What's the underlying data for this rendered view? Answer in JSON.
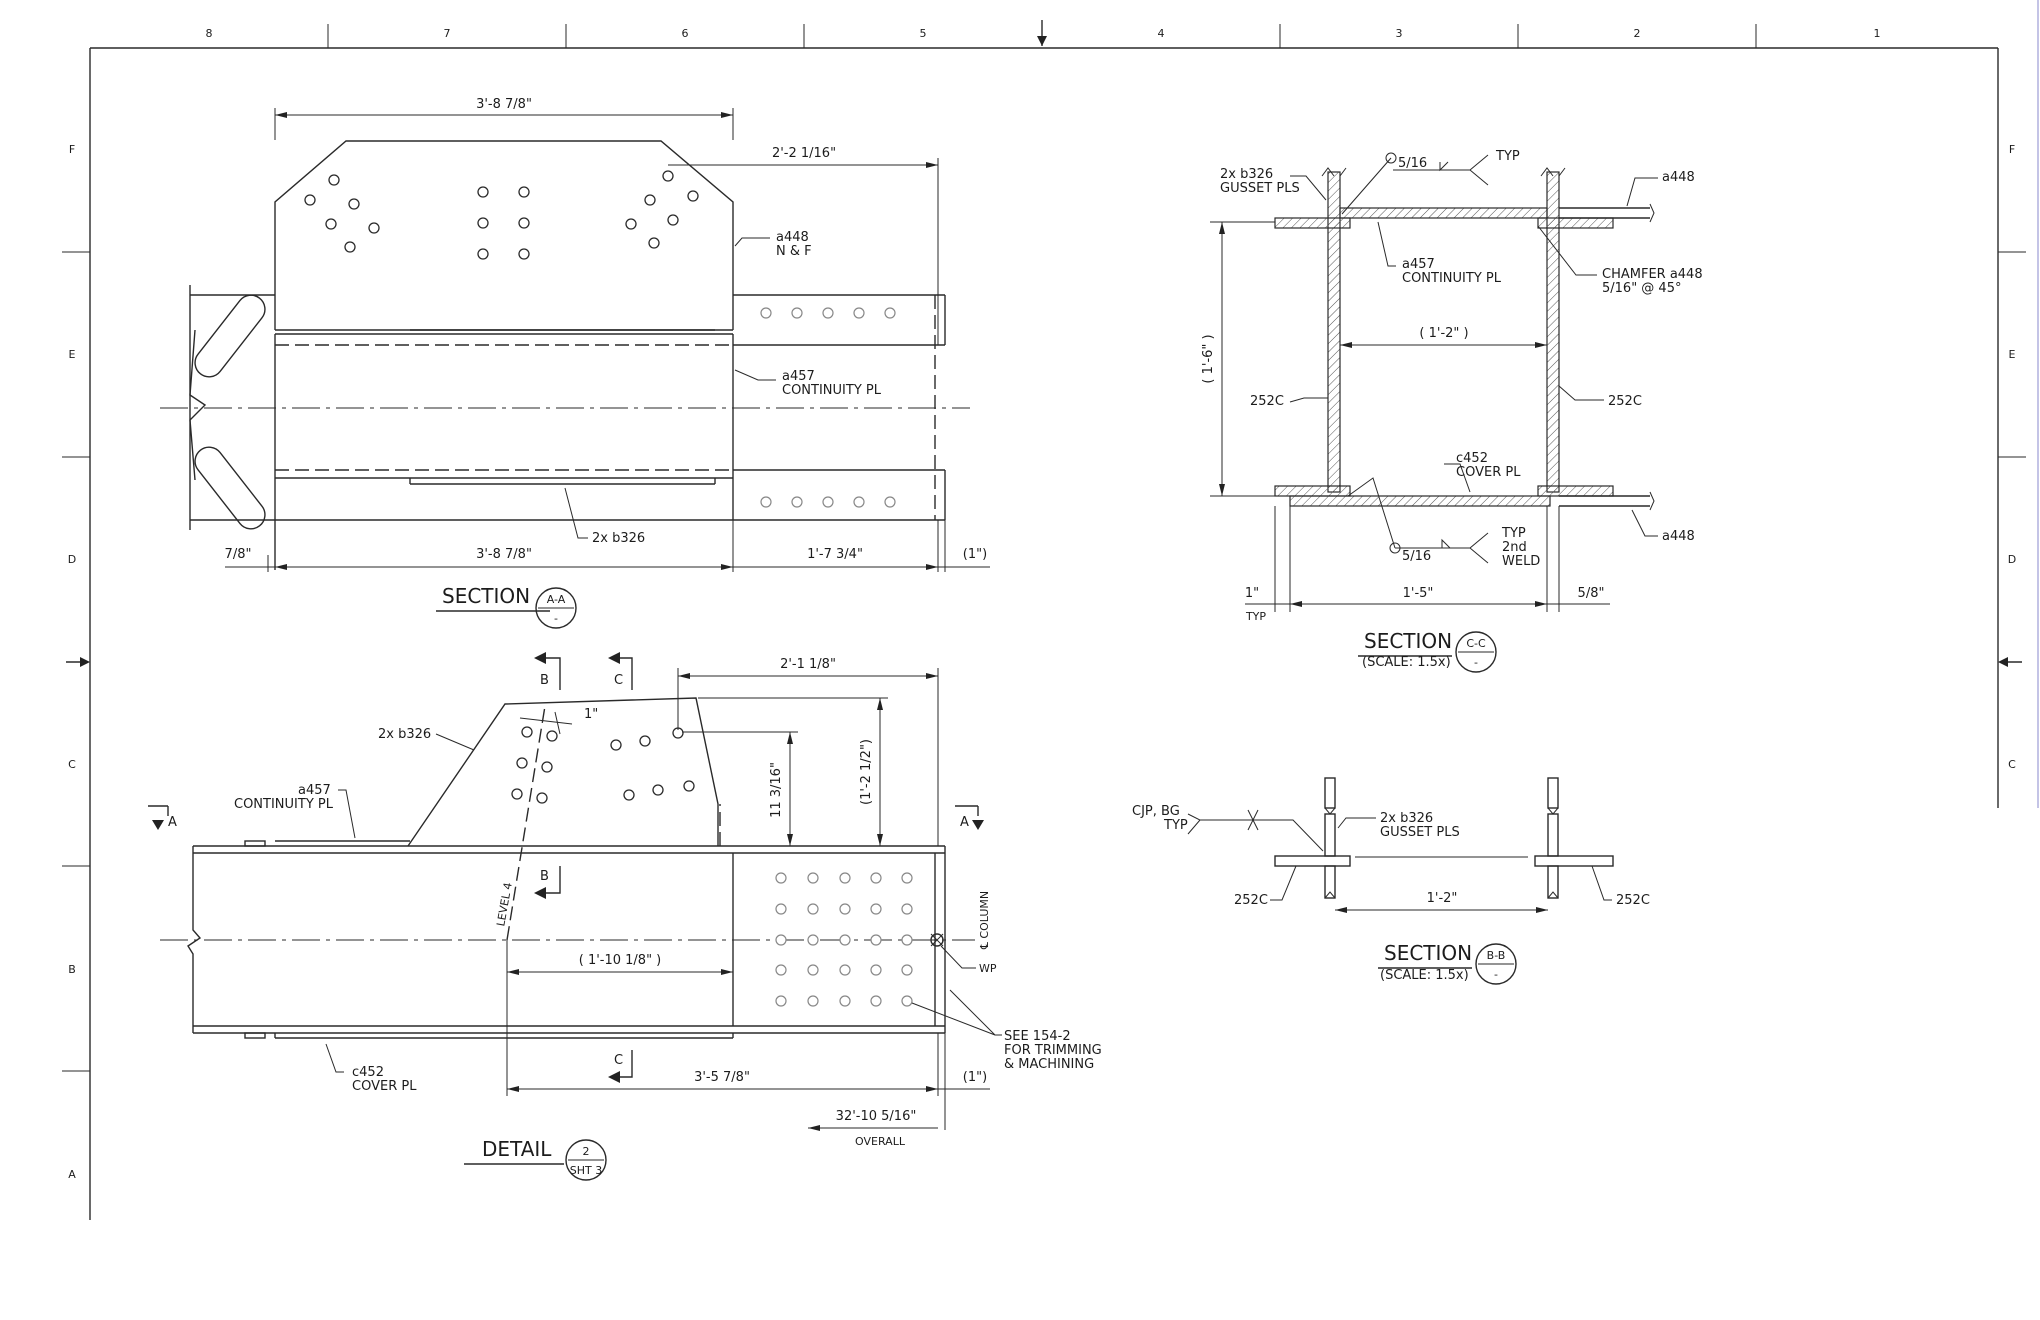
{
  "border": {
    "columns": [
      "8",
      "7",
      "6",
      "5",
      "4",
      "3",
      "2",
      "1"
    ],
    "rows": [
      "F",
      "E",
      "D",
      "C",
      "B",
      "A"
    ]
  },
  "section_aa": {
    "title": "SECTION",
    "ref_top": "A-A",
    "ref_bottom": "-",
    "dims": {
      "top_width": "3'-8 7/8\"",
      "right_offset": "2'-2 1/16\"",
      "left_small": "7/8\"",
      "bottom_width": "3'-8 7/8\"",
      "bottom_ext": "1'-7 3/4\"",
      "end_paren": "(1\")"
    },
    "callouts": {
      "a448_line1": "a448",
      "a448_line2": "N & F",
      "a457_line1": "a457",
      "a457_line2": "CONTINUITY PL",
      "b326": "2x b326"
    }
  },
  "section_cc": {
    "title": "SECTION",
    "ref_top": "C-C",
    "ref_bottom": "-",
    "scale": "(SCALE: 1.5x)",
    "callouts": {
      "gusset_line1": "2x b326",
      "gusset_line2": "GUSSET PLS",
      "weld_top": "5/16",
      "typ": "TYP",
      "a448_top": "a448",
      "a457_line1": "a457",
      "a457_line2": "CONTINUITY PL",
      "chamfer_line1": "CHAMFER a448",
      "chamfer_line2": "5/16\" @ 45°",
      "inner_width": "( 1'-2\" )",
      "height": "( 1'-6\" )",
      "c252_left": "252C",
      "c252_right": "252C",
      "c452_line1": "c452",
      "c452_line2": "COVER PL",
      "weld_bottom": "5/16",
      "typ2_line1": "TYP",
      "typ2_line2": "2nd",
      "typ2_line3": "WELD",
      "a448_bottom": "a448",
      "dim_left": "1\"",
      "dim_left_typ": "TYP",
      "dim_mid": "1'-5\"",
      "dim_right": "5/8\""
    }
  },
  "section_bb": {
    "title": "SECTION",
    "ref_top": "B-B",
    "ref_bottom": "-",
    "scale": "(SCALE: 1.5x)",
    "callouts": {
      "cjp_line1": "CJP, BG",
      "cjp_line2": "TYP",
      "gusset_line1": "2x b326",
      "gusset_line2": "GUSSET PLS",
      "c252_left": "252C",
      "c252_right": "252C",
      "width": "1'-2\""
    }
  },
  "detail2": {
    "title": "DETAIL",
    "ref_top": "2",
    "ref_bottom": "SHT 3",
    "dims": {
      "top": "2'-1 1/8\"",
      "one_in": "1\"",
      "vert_inner": "11 3/16\"",
      "vert_outer": "(1'-2 1/2\")",
      "inner_run": "( 1'-10 1/8\" )",
      "bottom_run": "3'-5 7/8\"",
      "end_paren": "(1\")",
      "overall_value": "32'-10 5/16\"",
      "overall_label": "OVERALL"
    },
    "callouts": {
      "b326": "2x b326",
      "a457_line1": "a457",
      "a457_line2": "CONTINUITY PL",
      "level": "LEVEL 4",
      "column": "℄ COLUMN",
      "wp": "WP",
      "see_line1": "SEE 154-2",
      "see_line2": "FOR TRIMMING",
      "see_line3": "& MACHINING",
      "c452_line1": "c452",
      "c452_line2": "COVER PL"
    },
    "cut_labels": {
      "a": "A",
      "b": "B",
      "c": "C"
    }
  }
}
